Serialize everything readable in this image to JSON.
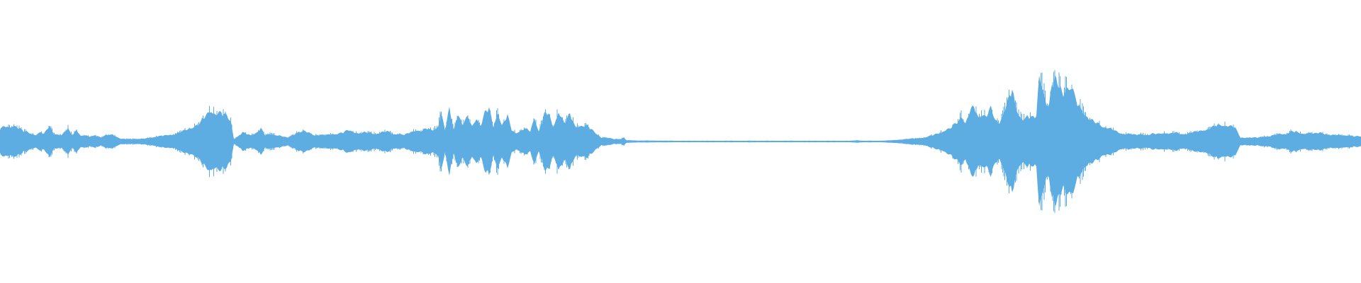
{
  "waveform": {
    "color": "#5dade2",
    "background": "#ffffff",
    "envelope": [
      [
        0,
        0.1
      ],
      [
        8,
        0.12
      ],
      [
        20,
        0.12
      ],
      [
        28,
        0.1
      ],
      [
        32,
        0.08
      ],
      [
        38,
        0.08
      ],
      [
        44,
        0.06
      ],
      [
        50,
        0.05
      ],
      [
        58,
        0.07
      ],
      [
        62,
        0.06
      ],
      [
        70,
        0.13
      ],
      [
        76,
        0.06
      ],
      [
        82,
        0.05
      ],
      [
        88,
        0.05
      ],
      [
        96,
        0.11
      ],
      [
        102,
        0.05
      ],
      [
        108,
        0.09
      ],
      [
        114,
        0.04
      ],
      [
        120,
        0.05
      ],
      [
        126,
        0.04
      ],
      [
        134,
        0.05
      ],
      [
        142,
        0.03
      ],
      [
        150,
        0.05
      ],
      [
        158,
        0.06
      ],
      [
        166,
        0.03
      ],
      [
        172,
        0.02
      ],
      [
        180,
        0.02
      ],
      [
        190,
        0.02
      ],
      [
        200,
        0.02
      ],
      [
        212,
        0.03
      ],
      [
        224,
        0.04
      ],
      [
        236,
        0.05
      ],
      [
        248,
        0.06
      ],
      [
        258,
        0.08
      ],
      [
        266,
        0.1
      ],
      [
        274,
        0.12
      ],
      [
        282,
        0.14
      ],
      [
        290,
        0.2
      ],
      [
        298,
        0.25
      ],
      [
        304,
        0.22
      ],
      [
        312,
        0.22
      ],
      [
        320,
        0.2
      ],
      [
        326,
        0.16
      ],
      [
        330,
        0.02
      ],
      [
        336,
        0.04
      ],
      [
        342,
        0.07
      ],
      [
        348,
        0.06
      ],
      [
        354,
        0.05
      ],
      [
        362,
        0.07
      ],
      [
        368,
        0.1
      ],
      [
        374,
        0.05
      ],
      [
        382,
        0.06
      ],
      [
        390,
        0.05
      ],
      [
        398,
        0.04
      ],
      [
        406,
        0.03
      ],
      [
        412,
        0.05
      ],
      [
        420,
        0.07
      ],
      [
        428,
        0.08
      ],
      [
        436,
        0.07
      ],
      [
        444,
        0.05
      ],
      [
        452,
        0.05
      ],
      [
        460,
        0.05
      ],
      [
        468,
        0.06
      ],
      [
        476,
        0.06
      ],
      [
        484,
        0.07
      ],
      [
        492,
        0.09
      ],
      [
        498,
        0.08
      ],
      [
        506,
        0.06
      ],
      [
        514,
        0.07
      ],
      [
        522,
        0.07
      ],
      [
        530,
        0.06
      ],
      [
        538,
        0.07
      ],
      [
        546,
        0.08
      ],
      [
        554,
        0.06
      ],
      [
        562,
        0.06
      ],
      [
        570,
        0.05
      ],
      [
        578,
        0.07
      ],
      [
        586,
        0.09
      ],
      [
        594,
        0.08
      ],
      [
        602,
        0.1
      ],
      [
        610,
        0.09
      ],
      [
        618,
        0.12
      ],
      [
        622,
        0.22
      ],
      [
        628,
        0.09
      ],
      [
        634,
        0.26
      ],
      [
        640,
        0.1
      ],
      [
        646,
        0.22
      ],
      [
        652,
        0.13
      ],
      [
        660,
        0.19
      ],
      [
        666,
        0.12
      ],
      [
        672,
        0.19
      ],
      [
        678,
        0.12
      ],
      [
        684,
        0.22
      ],
      [
        690,
        0.26
      ],
      [
        696,
        0.12
      ],
      [
        702,
        0.24
      ],
      [
        708,
        0.12
      ],
      [
        716,
        0.2
      ],
      [
        722,
        0.09
      ],
      [
        728,
        0.07
      ],
      [
        734,
        0.08
      ],
      [
        740,
        0.1
      ],
      [
        748,
        0.08
      ],
      [
        754,
        0.19
      ],
      [
        760,
        0.08
      ],
      [
        768,
        0.21
      ],
      [
        774,
        0.22
      ],
      [
        780,
        0.11
      ],
      [
        788,
        0.24
      ],
      [
        796,
        0.14
      ],
      [
        804,
        0.21
      ],
      [
        812,
        0.12
      ],
      [
        820,
        0.12
      ],
      [
        828,
        0.12
      ],
      [
        836,
        0.09
      ],
      [
        842,
        0.06
      ],
      [
        848,
        0.03
      ],
      [
        856,
        0.03
      ],
      [
        866,
        0.02
      ],
      [
        876,
        0.02
      ],
      [
        880,
        0.03
      ],
      [
        884,
        0.01
      ],
      [
        900,
        0.008
      ],
      [
        950,
        0.006
      ],
      [
        1000,
        0.006
      ],
      [
        1050,
        0.006
      ],
      [
        1100,
        0.006
      ],
      [
        1150,
        0.006
      ],
      [
        1200,
        0.006
      ],
      [
        1210,
        0.01
      ],
      [
        1218,
        0.006
      ],
      [
        1240,
        0.006
      ],
      [
        1260,
        0.01
      ],
      [
        1270,
        0.015
      ],
      [
        1280,
        0.02
      ],
      [
        1292,
        0.025
      ],
      [
        1304,
        0.03
      ],
      [
        1316,
        0.05
      ],
      [
        1326,
        0.07
      ],
      [
        1334,
        0.09
      ],
      [
        1340,
        0.1
      ],
      [
        1346,
        0.13
      ],
      [
        1352,
        0.16
      ],
      [
        1356,
        0.21
      ],
      [
        1362,
        0.14
      ],
      [
        1368,
        0.23
      ],
      [
        1374,
        0.27
      ],
      [
        1380,
        0.19
      ],
      [
        1386,
        0.22
      ],
      [
        1392,
        0.2
      ],
      [
        1398,
        0.26
      ],
      [
        1404,
        0.16
      ],
      [
        1410,
        0.15
      ],
      [
        1416,
        0.24
      ],
      [
        1422,
        0.32
      ],
      [
        1428,
        0.4
      ],
      [
        1432,
        0.28
      ],
      [
        1438,
        0.2
      ],
      [
        1444,
        0.18
      ],
      [
        1450,
        0.2
      ],
      [
        1456,
        0.18
      ],
      [
        1462,
        0.2
      ],
      [
        1466,
        0.52
      ],
      [
        1470,
        0.46
      ],
      [
        1476,
        0.3
      ],
      [
        1480,
        0.28
      ],
      [
        1484,
        0.43
      ],
      [
        1488,
        0.5
      ],
      [
        1492,
        0.43
      ],
      [
        1496,
        0.46
      ],
      [
        1500,
        0.38
      ],
      [
        1504,
        0.44
      ],
      [
        1508,
        0.38
      ],
      [
        1512,
        0.43
      ],
      [
        1516,
        0.34
      ],
      [
        1520,
        0.3
      ],
      [
        1526,
        0.26
      ],
      [
        1532,
        0.2
      ],
      [
        1538,
        0.17
      ],
      [
        1544,
        0.15
      ],
      [
        1550,
        0.14
      ],
      [
        1556,
        0.12
      ],
      [
        1562,
        0.11
      ],
      [
        1570,
        0.09
      ],
      [
        1578,
        0.07
      ],
      [
        1586,
        0.06
      ],
      [
        1594,
        0.06
      ],
      [
        1602,
        0.05
      ],
      [
        1610,
        0.06
      ],
      [
        1618,
        0.05
      ],
      [
        1626,
        0.06
      ],
      [
        1634,
        0.06
      ],
      [
        1642,
        0.07
      ],
      [
        1650,
        0.06
      ],
      [
        1658,
        0.07
      ],
      [
        1666,
        0.06
      ],
      [
        1674,
        0.06
      ],
      [
        1682,
        0.07
      ],
      [
        1690,
        0.08
      ],
      [
        1698,
        0.09
      ],
      [
        1706,
        0.1
      ],
      [
        1714,
        0.12
      ],
      [
        1722,
        0.13
      ],
      [
        1730,
        0.13
      ],
      [
        1736,
        0.12
      ],
      [
        1742,
        0.11
      ],
      [
        1746,
        0.07
      ],
      [
        1750,
        0.03
      ],
      [
        1758,
        0.03
      ],
      [
        1766,
        0.03
      ],
      [
        1774,
        0.03
      ],
      [
        1782,
        0.04
      ],
      [
        1790,
        0.04
      ],
      [
        1798,
        0.05
      ],
      [
        1806,
        0.06
      ],
      [
        1814,
        0.06
      ],
      [
        1822,
        0.08
      ],
      [
        1830,
        0.07
      ],
      [
        1838,
        0.06
      ],
      [
        1846,
        0.07
      ],
      [
        1854,
        0.06
      ],
      [
        1862,
        0.07
      ],
      [
        1870,
        0.06
      ],
      [
        1878,
        0.05
      ],
      [
        1886,
        0.05
      ],
      [
        1894,
        0.05
      ],
      [
        1902,
        0.05
      ],
      [
        1910,
        0.04
      ],
      [
        1920,
        0.04
      ]
    ]
  }
}
